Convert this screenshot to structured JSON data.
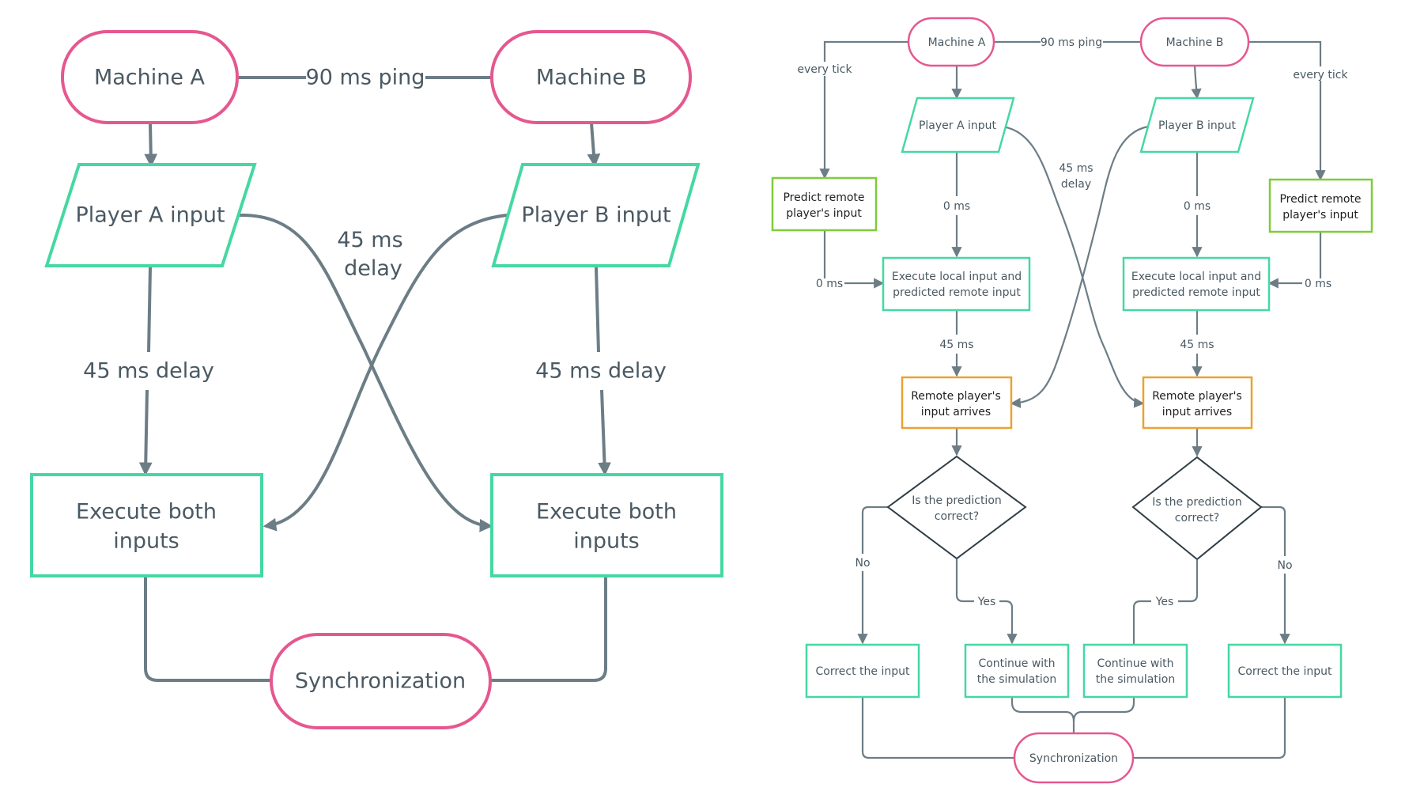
{
  "colors": {
    "pink": "#e5588f",
    "green": "#45d8a2",
    "lime": "#7fcc3a",
    "orange": "#e8a233",
    "connector": "#6c7d86",
    "diamond": "#2f3d44",
    "text": "#4a5963",
    "dark_text": "#1f1f1f"
  },
  "left": {
    "machine_a": "Machine A",
    "machine_b": "Machine B",
    "ping": "90 ms ping",
    "player_a": "Player A input",
    "player_b": "Player B input",
    "cross_delay_line1": "45 ms",
    "cross_delay_line2": "delay",
    "delay_a": "45 ms delay",
    "delay_b": "45 ms delay",
    "exec_a": [
      "Execute both",
      "inputs"
    ],
    "exec_b": [
      "Execute both",
      "inputs"
    ],
    "sync": "Synchronization"
  },
  "right": {
    "machine_a": "Machine A",
    "machine_b": "Machine B",
    "ping": "90 ms ping",
    "every_tick_a": "every tick",
    "every_tick_b": "every tick",
    "player_a": "Player A input",
    "player_b": "Player B input",
    "cross_delay_line1": "45 ms",
    "cross_delay_line2": "delay",
    "predict_a": [
      "Predict remote",
      "player's input"
    ],
    "predict_b": [
      "Predict remote",
      "player's input"
    ],
    "zero_ms_a1": "0 ms",
    "zero_ms_b1": "0 ms",
    "zero_ms_a2": "0 ms",
    "zero_ms_b2": "0 ms",
    "exec_a": [
      "Execute local input and",
      "predicted remote input"
    ],
    "exec_b": [
      "Execute local input and",
      "predicted remote input"
    ],
    "delay_a": "45 ms",
    "delay_b": "45 ms",
    "remote_a": [
      "Remote player's",
      "input arrives"
    ],
    "remote_b": [
      "Remote player's",
      "input arrives"
    ],
    "question_a": [
      "Is the prediction",
      "correct?"
    ],
    "question_b": [
      "Is the prediction",
      "correct?"
    ],
    "no_a": "No",
    "no_b": "No",
    "yes_a": "Yes",
    "yes_b": "Yes",
    "correct_a": "Correct the input",
    "correct_b": "Correct the input",
    "continue_a": [
      "Continue with",
      "the simulation"
    ],
    "continue_b": [
      "Continue with",
      "the simulation"
    ],
    "sync": "Synchronization"
  }
}
